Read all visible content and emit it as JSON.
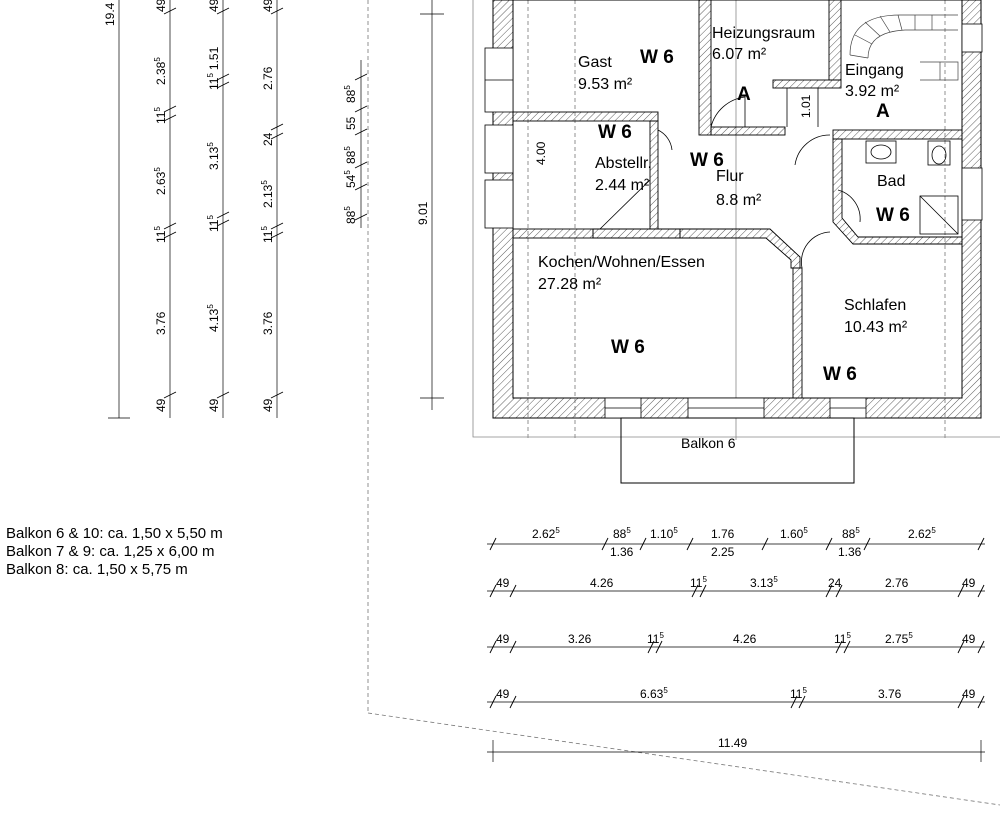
{
  "rooms": {
    "gast": {
      "name": "Gast",
      "area": "9.53 m²"
    },
    "heizung": {
      "name": "Heizungsraum",
      "area": "6.07 m²"
    },
    "eingang": {
      "name": "Eingang",
      "area": "3.92 m²"
    },
    "abstellr": {
      "name": "Abstellr.",
      "area": "2.44 m²"
    },
    "flur": {
      "name": "Flur",
      "area": "8.8 m²"
    },
    "bad": {
      "name": "Bad"
    },
    "kochen": {
      "name": "Kochen/Wohnen/Essen",
      "area": "27.28 m²"
    },
    "schlafen": {
      "name": "Schlafen",
      "area": "10.43 m²"
    },
    "balkon": {
      "name": "Balkon 6"
    }
  },
  "labels": {
    "w6": "W 6",
    "a": "A"
  },
  "notes": [
    "Balkon 6 & 10: ca. 1,50 x 5,50 m",
    "Balkon 7 & 9: ca. 1,25 x 6,00 m",
    "Balkon 8: ca. 1,50 x 5,75 m"
  ],
  "dimensions": {
    "vertical": {
      "v0": {
        "top": "19.4"
      },
      "v1": {
        "top": "49",
        "seg1": "2.38",
        "seg1_sup": "5",
        "seg2": "11",
        "seg2_sup": "5",
        "seg3": "2.63",
        "seg3_sup": "5",
        "seg4": "11",
        "seg4_sup": "5",
        "seg5": "3.76",
        "seg6": "49"
      },
      "v2": {
        "top": "49",
        "seg1a": "11",
        "seg1a_sup": "5",
        "seg1b": "1.51",
        "seg2": "3.13",
        "seg2_sup": "5",
        "seg3": "11",
        "seg3_sup": "5",
        "seg4": "4.13",
        "seg4_sup": "5",
        "seg5": "49"
      },
      "v3": {
        "top": "49",
        "seg1": "2.76",
        "seg2": "24",
        "seg3": "2.13",
        "seg3_sup": "5",
        "seg4a": "11",
        "seg4a_sup": "5",
        "seg5": "3.76",
        "seg6": "49"
      },
      "v4": {
        "a": "88",
        "a_sup": "5",
        "b": "55",
        "c": "88",
        "c_sup": "5",
        "d": "54",
        "d_sup": "5",
        "e": "88",
        "e_sup": "5"
      },
      "v5": {
        "total": "9.01"
      },
      "inner": {
        "gast_h": "4.00",
        "door_w": "1.01"
      }
    },
    "horizontal": {
      "h1": {
        "a": "2.62",
        "a_sup": "5",
        "b": "88",
        "b_sup": "5",
        "b2": "1.36",
        "c": "1.10",
        "c_sup": "5",
        "d": "1.76",
        "d2": "2.25",
        "e": "1.60",
        "e_sup": "5",
        "f": "88",
        "f_sup": "5",
        "f2": "1.36",
        "g": "2.62",
        "g_sup": "5"
      },
      "h2": {
        "a": "49",
        "b": "4.26",
        "c": "11",
        "c_sup": "5",
        "d": "3.13",
        "d_sup": "5",
        "e": "24",
        "f": "2.76",
        "g": "49"
      },
      "h3": {
        "a": "49",
        "b": "3.26",
        "c": "11",
        "c_sup": "5",
        "d": "4.26",
        "e": "11",
        "e_sup": "5",
        "f": "2.75",
        "f_sup": "5",
        "g": "49"
      },
      "h4": {
        "a": "49",
        "b": "6.63",
        "b_sup": "5",
        "c": "11",
        "c_sup": "5",
        "d": "3.76",
        "e": "49"
      },
      "h5": {
        "total": "11.49"
      }
    }
  }
}
